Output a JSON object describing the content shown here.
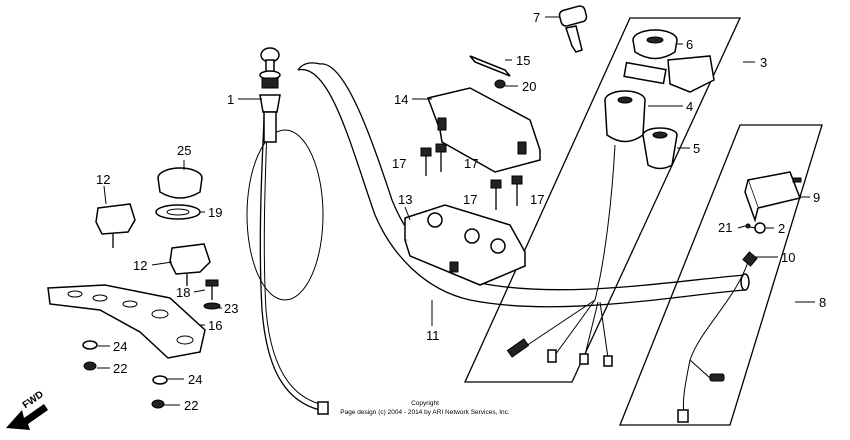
{
  "callouts": {
    "c1": "1",
    "c2": "2",
    "c3": "3",
    "c4": "4",
    "c5": "5",
    "c6": "6",
    "c7": "7",
    "c8": "8",
    "c9": "9",
    "c10": "10",
    "c11": "11",
    "c12a": "12",
    "c12b": "12",
    "c13": "13",
    "c14": "14",
    "c15": "15",
    "c16": "16",
    "c17a": "17",
    "c17b": "17",
    "c17c": "17",
    "c17d": "17",
    "c18": "18",
    "c19": "19",
    "c20": "20",
    "c21": "21",
    "c22a": "22",
    "c22b": "22",
    "c23": "23",
    "c24a": "24",
    "c24b": "24",
    "c25": "25"
  },
  "copyright": {
    "line1": "Copyright",
    "line2": "Page design (c) 2004 - 2014 by ARI Network Services, Inc."
  },
  "fwd_label": "FWD"
}
